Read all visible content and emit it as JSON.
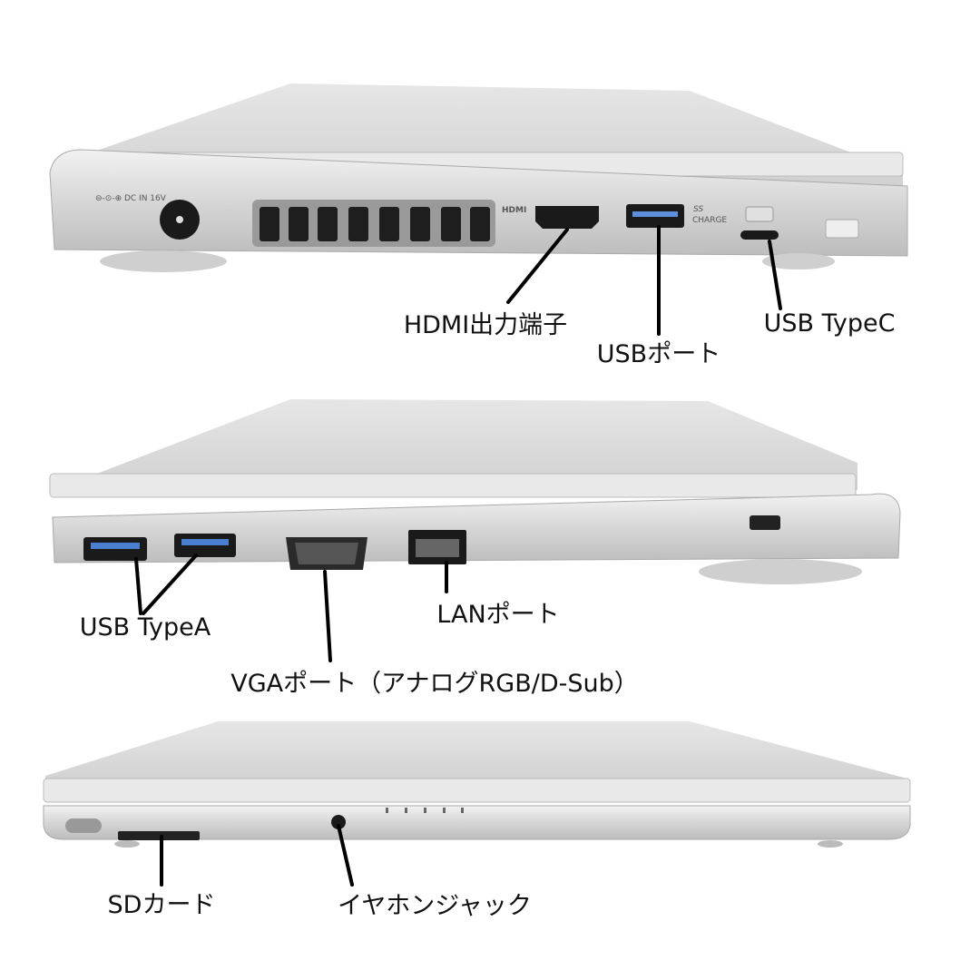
{
  "device_markings": {
    "dc_in": "⊖-⊙-⊕ DC IN 16V",
    "hdmi": "HDMI",
    "ss": "SS",
    "charge": "CHARGE"
  },
  "callouts": {
    "hdmi": "HDMI出力端子",
    "usb_port": "USBポート",
    "usb_typec": "USB TypeC",
    "usb_typea": "USB TypeA",
    "lan": "LANポート",
    "vga": "VGAポート（アナログRGB/D-Sub）",
    "sd": "SDカード",
    "earphone": "イヤホンジャック"
  },
  "colors": {
    "body": "#d9d9d9",
    "port_dark": "#222222",
    "usb_blue": "#2a5fb0",
    "leader": "#000000"
  }
}
